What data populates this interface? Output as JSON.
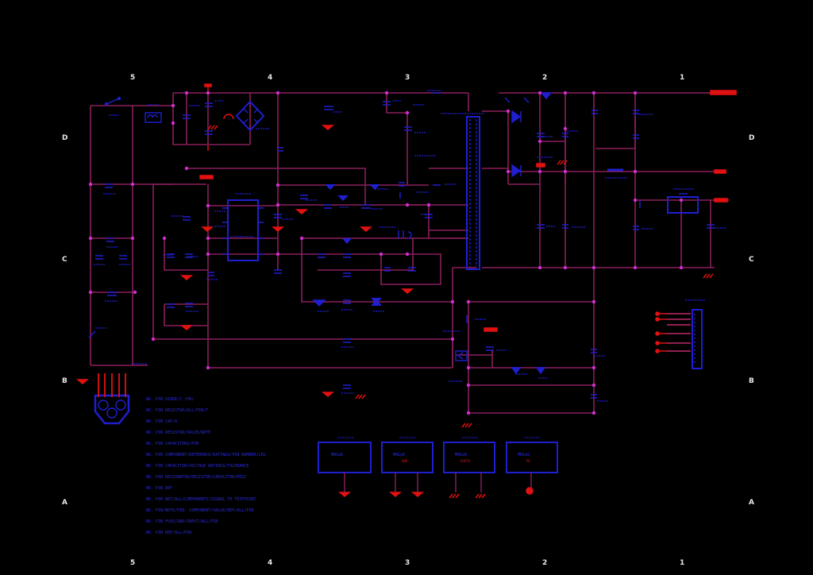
{
  "sheet": {
    "background": "#000000",
    "wire_color": "#8a1f5c",
    "part_color": "#1f1fd0",
    "power_color": "#e21111",
    "junction_color": "#d02ed0",
    "grid_text_color": "#e8e8e8"
  },
  "grid": {
    "columns": [
      "5",
      "4",
      "3",
      "2",
      "1"
    ],
    "rows": [
      "D",
      "C",
      "B",
      "A"
    ]
  },
  "notes": [
    "NO. PIN DIODE/1 (PB)",
    "NO. PIN RESISTOR/ALL/PIN/T",
    "NO. PIN CAP/A",
    "NO. PIN RESISTOR/VALUE/NOTE",
    "NO. PIN CAPACITORS/PIN",
    "NO. PIN COMPONENT/REFERENCE/RATINGS/PIN NUMBER/LEG",
    "NO. PIN CAPACITOR/VOLTAGE RATINGS/TOLERANCE",
    "NO. PIN DESIGNATOR/RESISTOR/CAPACITOR/MISC",
    "NO. PIN REF",
    "NO. PIN NET/ALL/COMPONENTS/SIGNAL TO TESTPOINT",
    "NO. PIN/NOTE/PIN: COMPONENT/VALUE/REF/ALL/PIN",
    "NO. PIN FUSE/GND/INPUT/ALL/PIN",
    "NO. PIN REF/ALL/PIN"
  ],
  "modules": [
    {
      "title": "MH1x6",
      "sub": ""
    },
    {
      "title": "MH1x6",
      "sub": "GND"
    },
    {
      "title": "MH1x6",
      "sub": "EARTH"
    },
    {
      "title": "MH1x6",
      "sub": "PE"
    }
  ]
}
